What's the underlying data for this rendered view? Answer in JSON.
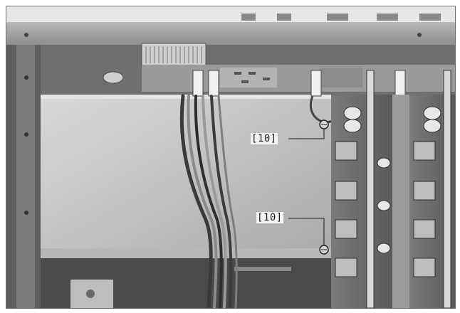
{
  "photo": {
    "subject": "equipment-chassis-interior",
    "tone": "grayscale"
  },
  "callouts": [
    {
      "label": "[10]"
    },
    {
      "label": "[10]"
    }
  ]
}
